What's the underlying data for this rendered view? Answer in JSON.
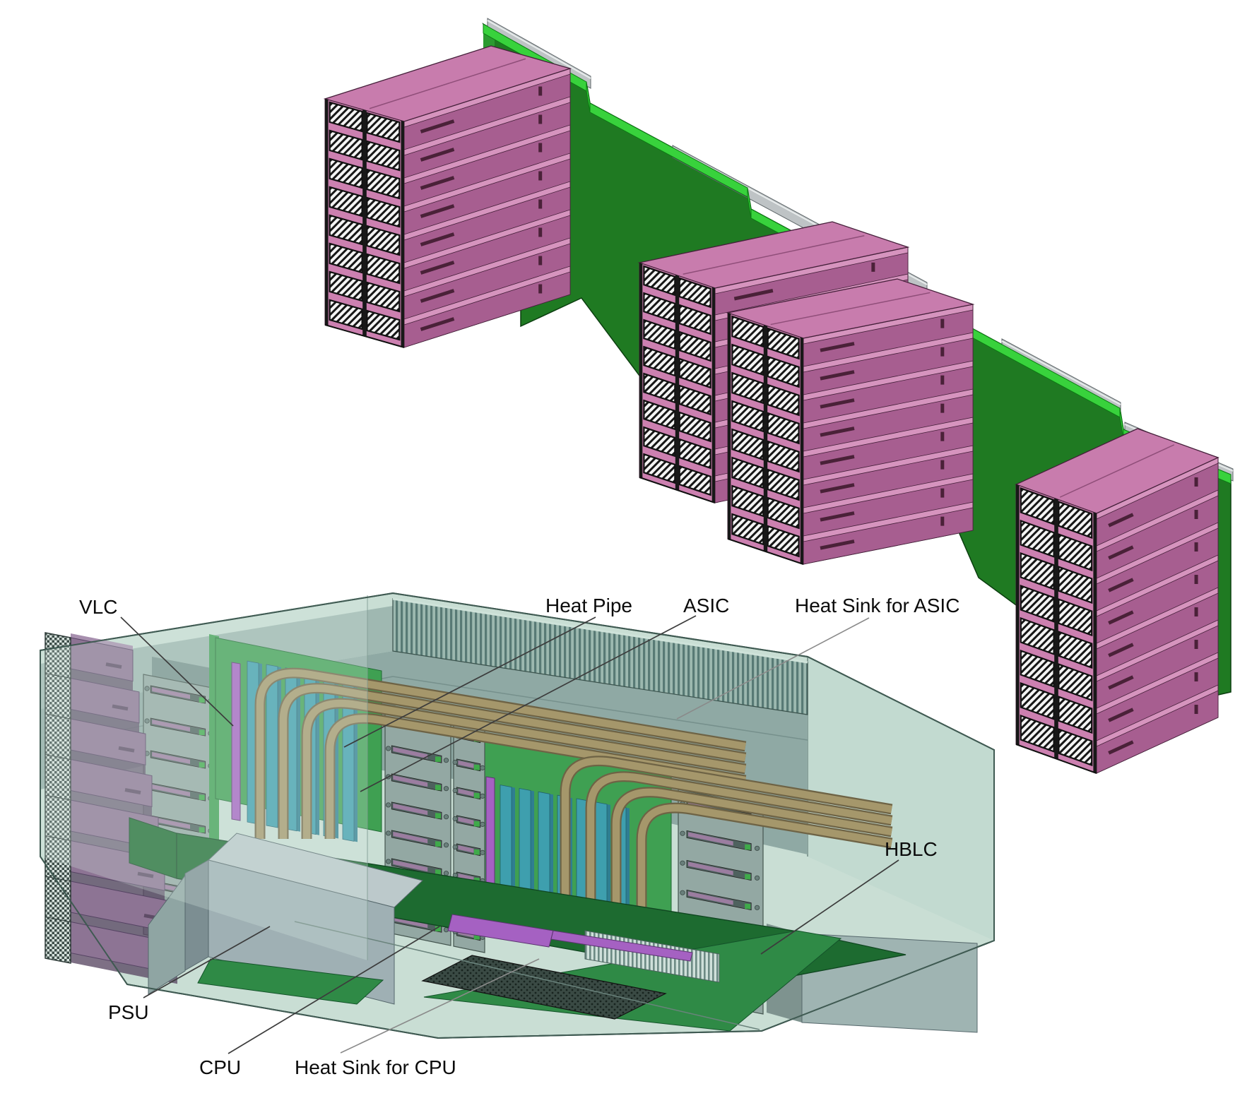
{
  "figure": {
    "kind": "cad-isometric-assembly-diagram",
    "views": {
      "top": "backplane with pluggable optical module stacks",
      "bottom": "cutaway chassis with labelled internal components"
    }
  },
  "annotations": {
    "vlc": "VLC",
    "heat_pipe": "Heat Pipe",
    "asic": "ASIC",
    "heat_sink_asic": "Heat Sink for ASIC",
    "hblc": "HBLC",
    "psu": "PSU",
    "cpu": "CPU",
    "heat_sink_cpu": "Heat Sink for CPU"
  },
  "components": [
    {
      "name": "backplane-board",
      "color_key": "board_green"
    },
    {
      "name": "backplane-edge-strip",
      "color_key": "strip_green"
    },
    {
      "name": "mounting-rail",
      "color_key": "rail_gray"
    },
    {
      "name": "optical-module-stack",
      "color_key": "pink_top",
      "stacks": 4,
      "rows_per_stack": 8,
      "connector_columns": 2
    },
    {
      "name": "chassis-shell",
      "color_key": "shell"
    },
    {
      "name": "vlc-module-stack",
      "color_key": "vlc_purple",
      "modules": 8
    },
    {
      "name": "asic-card",
      "color_key": "teal_card"
    },
    {
      "name": "heat-pipe",
      "color_key": "pipe_tan"
    },
    {
      "name": "midplane",
      "color_key": "mid_green"
    },
    {
      "name": "hblc-board",
      "color_key": "hblc_green"
    },
    {
      "name": "psu-unit",
      "color_key": "psu_front"
    },
    {
      "name": "cpu-heatsink-mesh",
      "color_key": "mesh_bg"
    },
    {
      "name": "asic-heatsink-fins",
      "color_key": "fins_dark"
    }
  ],
  "colors": {
    "edge": "#45203A",
    "board_green": "#1F7A22",
    "board_edge": "#0C3E10",
    "board_light": "#2B9A30",
    "strip_green": "#38D23C",
    "strip_edge": "#0B7A12",
    "rail_gray": "#BEC3C5",
    "rail_edge": "#5D6568",
    "pink_top": "#C87CAD",
    "pink_side": "#A75E90",
    "pink_light": "#D694BE",
    "pink_shelf": "#CC80B0",
    "pink_seam": "#8F4E79",
    "slot_dark": "#4A2138",
    "shell": "#C9DED4",
    "shell_edge": "#3F5A52",
    "glass": "#D9EBE3",
    "wall_right": "#C2DAD0",
    "ceil1": "#9FB8B1",
    "ceil2": "#8FA9A4",
    "ceil_bar": "#76908C",
    "fins_light": "#9CB8AF",
    "fins_dark": "#587A75",
    "cage_panel": "#93A8A3",
    "cage_edge": "#44554F",
    "slot_bg": "#4E615E",
    "card_edge": "#9B7DA0",
    "conn_green": "#3FAA4A",
    "hole": "#6A807C",
    "vlc_purple": "#8D7494",
    "vlc_dark": "#5E4C66",
    "vlc_light": "#A78FAE",
    "mid_green": "#3FA052",
    "teal_card": "#3E9FAE",
    "teal_dark": "#2F7E91",
    "purple_card": "#A561C2",
    "purple_edge": "#5C3470",
    "pipe_tan": "#A5976B",
    "pipe_dark": "#6E6345",
    "hblc_green": "#1D6B30",
    "hblc_edge": "#0F4520",
    "floor_green": "#2F8A46",
    "psu_top": "#BCC9CB",
    "psu_front": "#9FB0B4",
    "psu_side": "#7C8E92",
    "mesh_bg": "#3A4A44",
    "label": "#0B0B0B",
    "leader": "#3C3C3C",
    "leader_light": "#8A8A8A"
  }
}
